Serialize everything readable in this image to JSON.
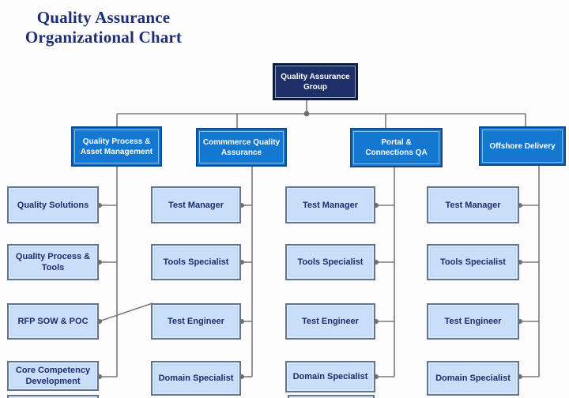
{
  "title": {
    "line1": "Quality Assurance",
    "line2": "Organizational Chart"
  },
  "root": {
    "label": "Quality Assurance Group"
  },
  "branches": [
    {
      "label": "Quality Process & Asset Management",
      "children": [
        "Quality Solutions",
        "Quality Process & Tools",
        "RFP SOW & POC",
        "Core Competency Development"
      ]
    },
    {
      "label": "Commmerce Quality Assurance",
      "children": [
        "Test Manager",
        "Tools Specialist",
        "Test Engineer",
        "Domain Specialist"
      ]
    },
    {
      "label": "Portal & Connections QA",
      "children": [
        "Test Manager",
        "Tools Specialist",
        "Test Engineer",
        "Domain Specialist"
      ]
    },
    {
      "label": "Offshore Delivery",
      "children": [
        "Test Manager",
        "Tools Specialist",
        "Test Engineer",
        "Domain Specialist"
      ]
    }
  ],
  "colors": {
    "title_text": "#1F2F73",
    "root_fill": "#1E3068",
    "branch_fill": "#1478D0",
    "branch_border": "#134A85",
    "leaf_fill": "#C9DEF9",
    "leaf_border": "#64748B",
    "leaf_text": "#1F2D6B",
    "connector": "#7A7A7A"
  }
}
